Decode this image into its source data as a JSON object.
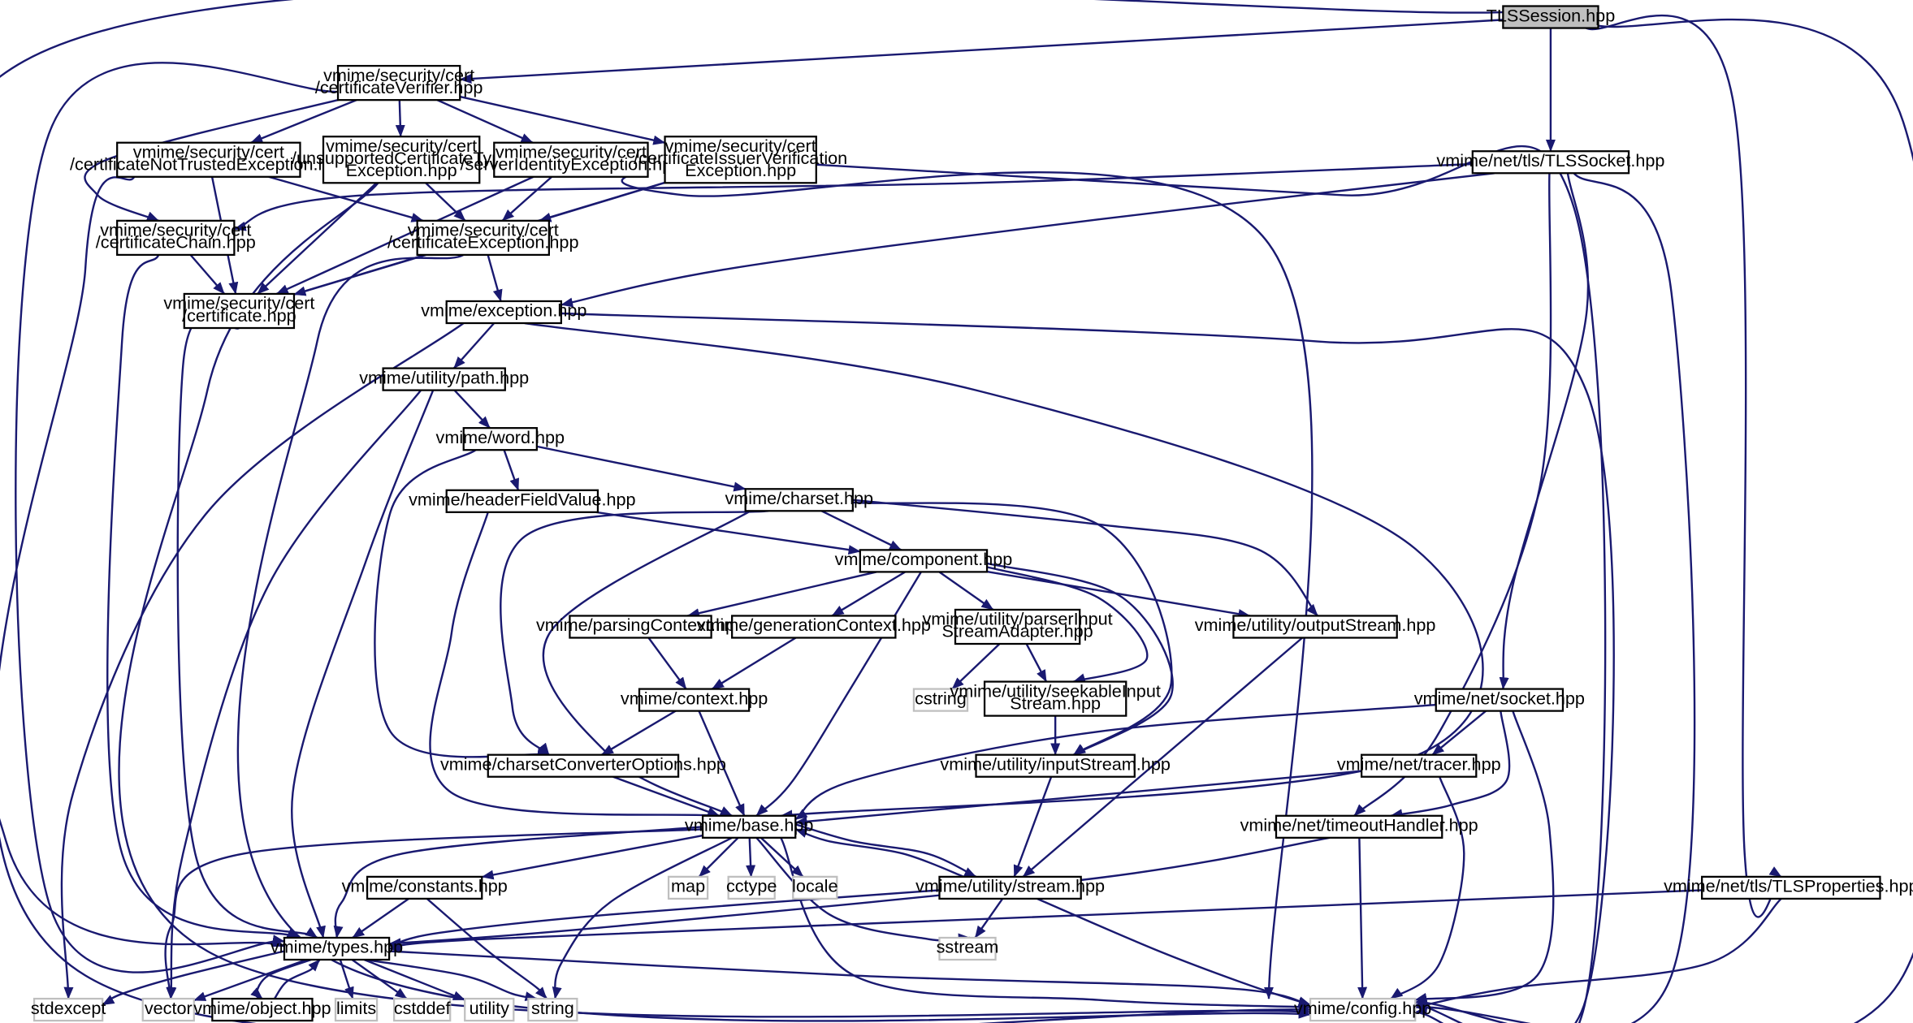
{
  "graph": {
    "colors": {
      "edge": "#191970",
      "node_border": "#000000",
      "node_fill": "#ffffff",
      "root_fill": "#bfbfbf",
      "system_border": "#bfbfbf",
      "text": "#000000"
    },
    "nodes": [
      {
        "id": "tlssession",
        "lines": [
          "TLSSession.hpp"
        ],
        "kind": "root"
      },
      {
        "id": "certverifier",
        "lines": [
          "vmime/security/cert",
          "/certificateVerifier.hpp"
        ]
      },
      {
        "id": "notrusted",
        "lines": [
          "vmime/security/cert",
          "/certificateNotTrustedException.hpp"
        ]
      },
      {
        "id": "unsupported",
        "lines": [
          "vmime/security/cert",
          "/unsupportedCertificateType",
          "Exception.hpp"
        ]
      },
      {
        "id": "serverident",
        "lines": [
          "vmime/security/cert",
          "/serverIdentityException.hpp"
        ]
      },
      {
        "id": "issuerverif",
        "lines": [
          "vmime/security/cert",
          "/certificateIssuerVerification",
          "Exception.hpp"
        ]
      },
      {
        "id": "tlssocket",
        "lines": [
          "vmime/net/tls/TLSSocket.hpp"
        ]
      },
      {
        "id": "certchain",
        "lines": [
          "vmime/security/cert",
          "/certificateChain.hpp"
        ]
      },
      {
        "id": "certexception",
        "lines": [
          "vmime/security/cert",
          "/certificateException.hpp"
        ]
      },
      {
        "id": "certificate",
        "lines": [
          "vmime/security/cert",
          "/certificate.hpp"
        ]
      },
      {
        "id": "exception",
        "lines": [
          "vmime/exception.hpp"
        ]
      },
      {
        "id": "path",
        "lines": [
          "vmime/utility/path.hpp"
        ]
      },
      {
        "id": "word",
        "lines": [
          "vmime/word.hpp"
        ]
      },
      {
        "id": "headerfieldvalue",
        "lines": [
          "vmime/headerFieldValue.hpp"
        ]
      },
      {
        "id": "charset",
        "lines": [
          "vmime/charset.hpp"
        ]
      },
      {
        "id": "component",
        "lines": [
          "vmime/component.hpp"
        ]
      },
      {
        "id": "parsingcontext",
        "lines": [
          "vmime/parsingContext.hpp"
        ]
      },
      {
        "id": "generationcontext",
        "lines": [
          "vmime/generationContext.hpp"
        ]
      },
      {
        "id": "parserinput",
        "lines": [
          "vmime/utility/parserInput",
          "StreamAdapter.hpp"
        ]
      },
      {
        "id": "outputstream",
        "lines": [
          "vmime/utility/outputStream.hpp"
        ]
      },
      {
        "id": "cstring",
        "lines": [
          "cstring"
        ],
        "kind": "system"
      },
      {
        "id": "seekable",
        "lines": [
          "vmime/utility/seekableInput",
          "Stream.hpp"
        ]
      },
      {
        "id": "context",
        "lines": [
          "vmime/context.hpp"
        ]
      },
      {
        "id": "socket",
        "lines": [
          "vmime/net/socket.hpp"
        ]
      },
      {
        "id": "charsetconv",
        "lines": [
          "vmime/charsetConverterOptions.hpp"
        ]
      },
      {
        "id": "inputstream",
        "lines": [
          "vmime/utility/inputStream.hpp"
        ]
      },
      {
        "id": "tracer",
        "lines": [
          "vmime/net/tracer.hpp"
        ]
      },
      {
        "id": "base",
        "lines": [
          "vmime/base.hpp"
        ]
      },
      {
        "id": "timeout",
        "lines": [
          "vmime/net/timeoutHandler.hpp"
        ]
      },
      {
        "id": "constants",
        "lines": [
          "vmime/constants.hpp"
        ]
      },
      {
        "id": "map",
        "lines": [
          "map"
        ],
        "kind": "system"
      },
      {
        "id": "cctype",
        "lines": [
          "cctype"
        ],
        "kind": "system"
      },
      {
        "id": "locale",
        "lines": [
          "locale"
        ],
        "kind": "system"
      },
      {
        "id": "stream",
        "lines": [
          "vmime/utility/stream.hpp"
        ]
      },
      {
        "id": "tlsprops",
        "lines": [
          "vmime/net/tls/TLSProperties.hpp"
        ]
      },
      {
        "id": "types",
        "lines": [
          "vmime/types.hpp"
        ]
      },
      {
        "id": "sstream",
        "lines": [
          "sstream"
        ],
        "kind": "system"
      },
      {
        "id": "stdexcept",
        "lines": [
          "stdexcept"
        ],
        "kind": "system"
      },
      {
        "id": "vector",
        "lines": [
          "vector"
        ],
        "kind": "system"
      },
      {
        "id": "object",
        "lines": [
          "vmime/object.hpp"
        ]
      },
      {
        "id": "limits",
        "lines": [
          "limits"
        ],
        "kind": "system"
      },
      {
        "id": "cstddef",
        "lines": [
          "cstddef"
        ],
        "kind": "system"
      },
      {
        "id": "utility",
        "lines": [
          "utility"
        ],
        "kind": "system"
      },
      {
        "id": "string",
        "lines": [
          "string"
        ],
        "kind": "system"
      },
      {
        "id": "config",
        "lines": [
          "vmime/config.hpp"
        ],
        "kind": "system"
      }
    ],
    "edges": [
      [
        "tlssession",
        "certverifier"
      ],
      [
        "tlssession",
        "tlssocket"
      ],
      [
        "tlssession",
        "tlsprops"
      ],
      [
        "tlssession",
        "types"
      ],
      [
        "tlssession",
        "config"
      ],
      [
        "certverifier",
        "notrusted"
      ],
      [
        "certverifier",
        "unsupported"
      ],
      [
        "certverifier",
        "serverident"
      ],
      [
        "certverifier",
        "issuerverif"
      ],
      [
        "certverifier",
        "certchain"
      ],
      [
        "certverifier",
        "types"
      ],
      [
        "notrusted",
        "certexception"
      ],
      [
        "notrusted",
        "certificate"
      ],
      [
        "notrusted",
        "config"
      ],
      [
        "unsupported",
        "certexception"
      ],
      [
        "unsupported",
        "certificate"
      ],
      [
        "unsupported",
        "config"
      ],
      [
        "serverident",
        "certexception"
      ],
      [
        "serverident",
        "certificate"
      ],
      [
        "serverident",
        "config"
      ],
      [
        "issuerverif",
        "certexception"
      ],
      [
        "issuerverif",
        "certificate"
      ],
      [
        "issuerverif",
        "config"
      ],
      [
        "certchain",
        "certificate"
      ],
      [
        "certchain",
        "types"
      ],
      [
        "certexception",
        "certificate"
      ],
      [
        "certexception",
        "exception"
      ],
      [
        "certexception",
        "config"
      ],
      [
        "certificate",
        "types"
      ],
      [
        "tlssocket",
        "certchain"
      ],
      [
        "tlssocket",
        "exception"
      ],
      [
        "tlssocket",
        "socket"
      ],
      [
        "tlssocket",
        "timeout"
      ],
      [
        "tlssocket",
        "config"
      ],
      [
        "exception",
        "path"
      ],
      [
        "exception",
        "base"
      ],
      [
        "exception",
        "stdexcept"
      ],
      [
        "exception",
        "config"
      ],
      [
        "path",
        "word"
      ],
      [
        "path",
        "types"
      ],
      [
        "path",
        "vector"
      ],
      [
        "word",
        "headerfieldvalue"
      ],
      [
        "word",
        "charset"
      ],
      [
        "word",
        "charsetconv"
      ],
      [
        "headerfieldvalue",
        "component"
      ],
      [
        "headerfieldvalue",
        "base"
      ],
      [
        "charset",
        "component"
      ],
      [
        "charset",
        "charsetconv"
      ],
      [
        "charset",
        "base"
      ],
      [
        "charset",
        "outputstream"
      ],
      [
        "charset",
        "inputstream"
      ],
      [
        "component",
        "parsingcontext"
      ],
      [
        "component",
        "generationcontext"
      ],
      [
        "component",
        "parserinput"
      ],
      [
        "component",
        "outputstream"
      ],
      [
        "component",
        "seekable"
      ],
      [
        "component",
        "inputstream"
      ],
      [
        "component",
        "base"
      ],
      [
        "parsingcontext",
        "context"
      ],
      [
        "generationcontext",
        "context"
      ],
      [
        "parserinput",
        "cstring"
      ],
      [
        "parserinput",
        "seekable"
      ],
      [
        "seekable",
        "inputstream"
      ],
      [
        "outputstream",
        "stream"
      ],
      [
        "context",
        "charsetconv"
      ],
      [
        "context",
        "base"
      ],
      [
        "charsetconv",
        "base"
      ],
      [
        "inputstream",
        "stream"
      ],
      [
        "socket",
        "tracer"
      ],
      [
        "socket",
        "timeout"
      ],
      [
        "socket",
        "base"
      ],
      [
        "socket",
        "config"
      ],
      [
        "tracer",
        "base"
      ],
      [
        "tracer",
        "config"
      ],
      [
        "timeout",
        "types"
      ],
      [
        "timeout",
        "config"
      ],
      [
        "base",
        "constants"
      ],
      [
        "base",
        "map"
      ],
      [
        "base",
        "cctype"
      ],
      [
        "base",
        "locale"
      ],
      [
        "base",
        "stream"
      ],
      [
        "base",
        "types"
      ],
      [
        "base",
        "sstream"
      ],
      [
        "base",
        "string"
      ],
      [
        "base",
        "vector"
      ],
      [
        "base",
        "config"
      ],
      [
        "stream",
        "base"
      ],
      [
        "stream",
        "types"
      ],
      [
        "stream",
        "sstream"
      ],
      [
        "stream",
        "config"
      ],
      [
        "constants",
        "types"
      ],
      [
        "constants",
        "string"
      ],
      [
        "tlsprops",
        "types"
      ],
      [
        "tlsprops",
        "config"
      ],
      [
        "types",
        "stdexcept"
      ],
      [
        "types",
        "vector"
      ],
      [
        "types",
        "object"
      ],
      [
        "types",
        "limits"
      ],
      [
        "types",
        "cstddef"
      ],
      [
        "types",
        "utility"
      ],
      [
        "types",
        "string"
      ],
      [
        "types",
        "config"
      ],
      [
        "object",
        "types"
      ]
    ]
  }
}
